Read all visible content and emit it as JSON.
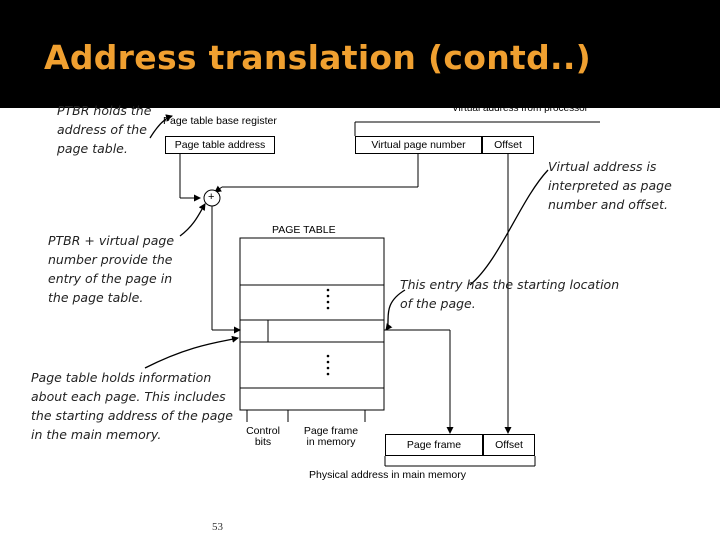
{
  "slide": {
    "title": "Address translation (contd..)",
    "number": "53"
  },
  "annotations": {
    "ptbr_holds": "PTBR holds the address of the page table.",
    "virtual_address_interpreted": "Virtual address is interpreted as page number and offset.",
    "ptbr_plus_virtual": "PTBR + virtual page number provide the entry of the page in the page table.",
    "entry_starting_location": "This entry has the starting location of the page.",
    "page_table_holds": "Page table holds information about each page. This includes the starting address of the page in the main memory."
  },
  "diagram": {
    "virtual_address_from_processor": "Virtual address from processor",
    "page_table_base_register": "Page table base register",
    "page_table_address": "Page table address",
    "virtual_page_number": "Virtual page number",
    "offset": "Offset",
    "adder_symbol": "+",
    "page_table": "PAGE TABLE",
    "control_bits": "Control bits",
    "page_frame_in_memory": "Page frame in memory",
    "page_frame": "Page frame",
    "physical_offset": "Offset",
    "physical_address_in_main_memory": "Physical address in main memory"
  },
  "colors": {
    "title": "#f0a030",
    "title_background": "#000000",
    "background": "#ffffff"
  }
}
